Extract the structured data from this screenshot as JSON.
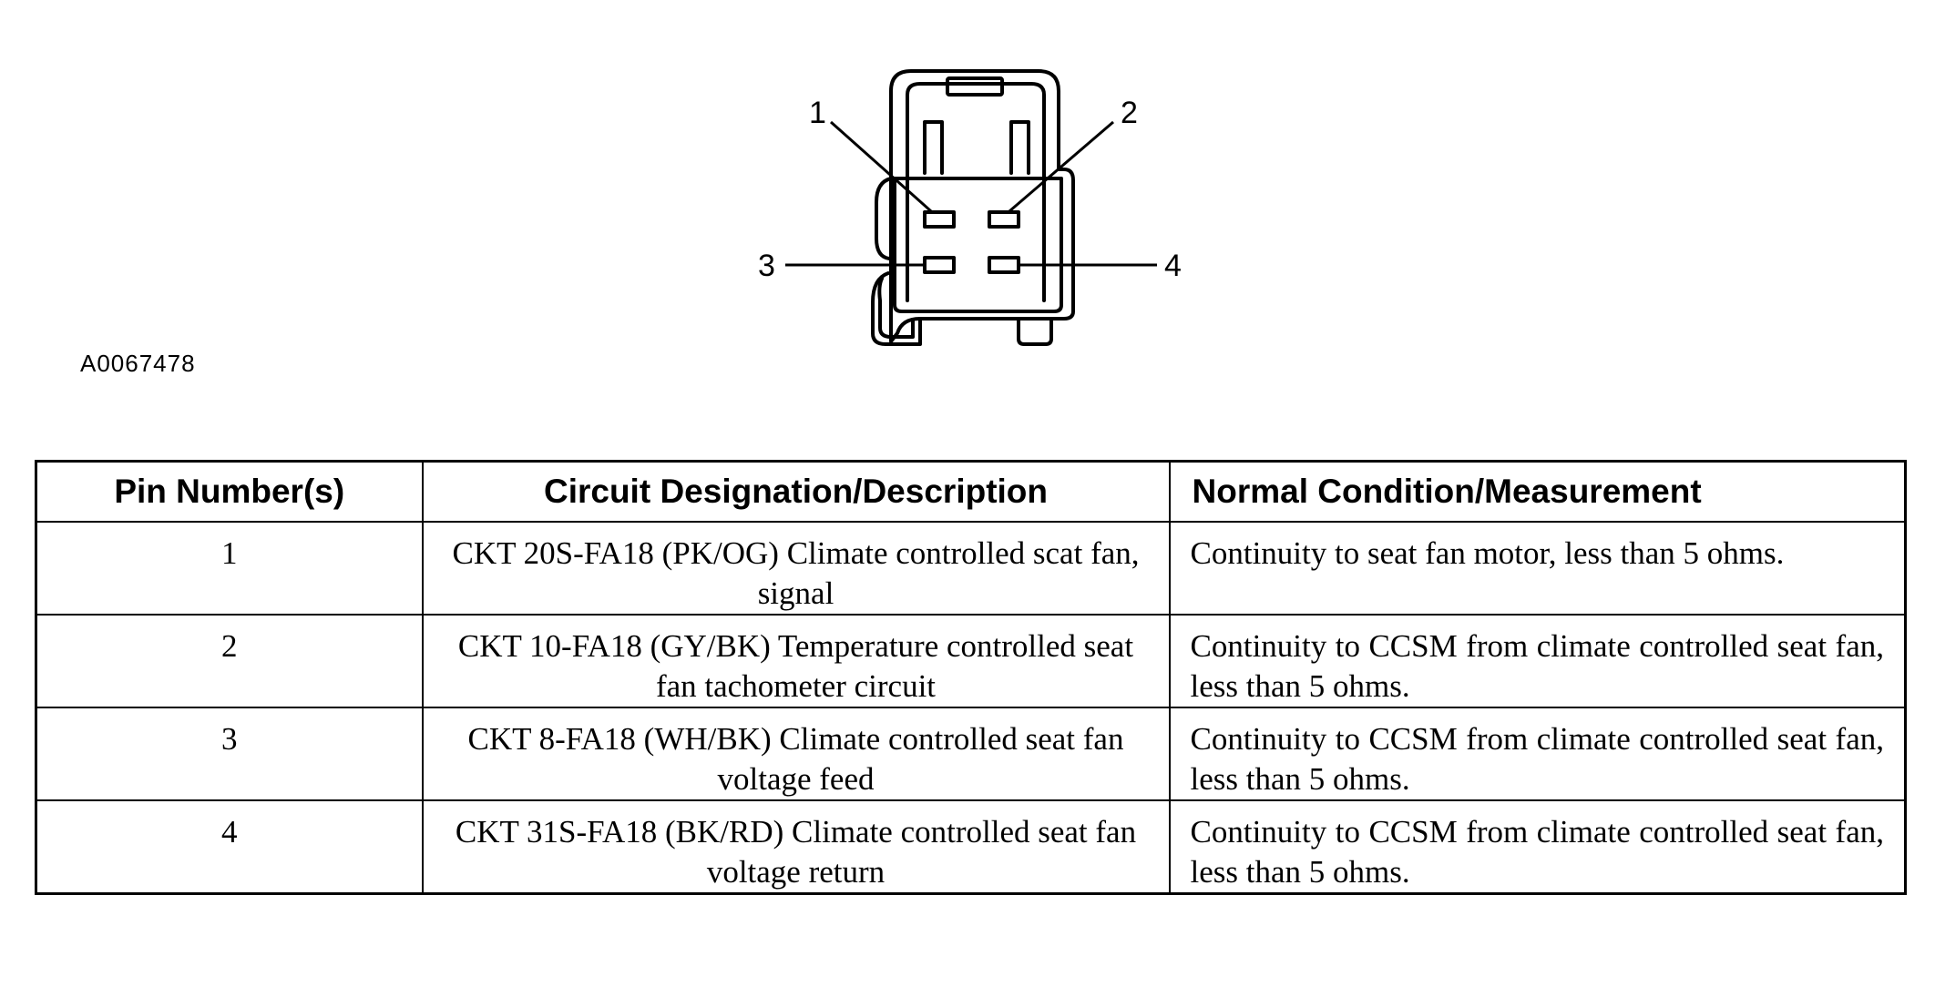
{
  "figure": {
    "figure_id": "A0067478",
    "pin_callouts": [
      "1",
      "2",
      "3",
      "4"
    ]
  },
  "table": {
    "headers": [
      "Pin Number(s)",
      "Circuit Designation/Description",
      "Normal Condition/Measurement"
    ],
    "rows": [
      {
        "pin": "1",
        "circuit": "CKT 20S-FA18 (PK/OG) Climate controlled scat fan, signal",
        "measurement": "Continuity to seat fan motor, less than 5 ohms."
      },
      {
        "pin": "2",
        "circuit": "CKT 10-FA18 (GY/BK) Temperature controlled seat fan tachometer circuit",
        "measurement": "Continuity to CCSM from climate controlled seat fan, less than 5 ohms."
      },
      {
        "pin": "3",
        "circuit": "CKT 8-FA18 (WH/BK) Climate controlled seat fan voltage feed",
        "measurement": "Continuity to CCSM from climate controlled seat fan, less than 5 ohms."
      },
      {
        "pin": "4",
        "circuit": "CKT 31S-FA18 (BK/RD) Climate controlled seat fan voltage return",
        "measurement": "Continuity to CCSM from climate controlled seat fan, less than 5 ohms."
      }
    ]
  }
}
